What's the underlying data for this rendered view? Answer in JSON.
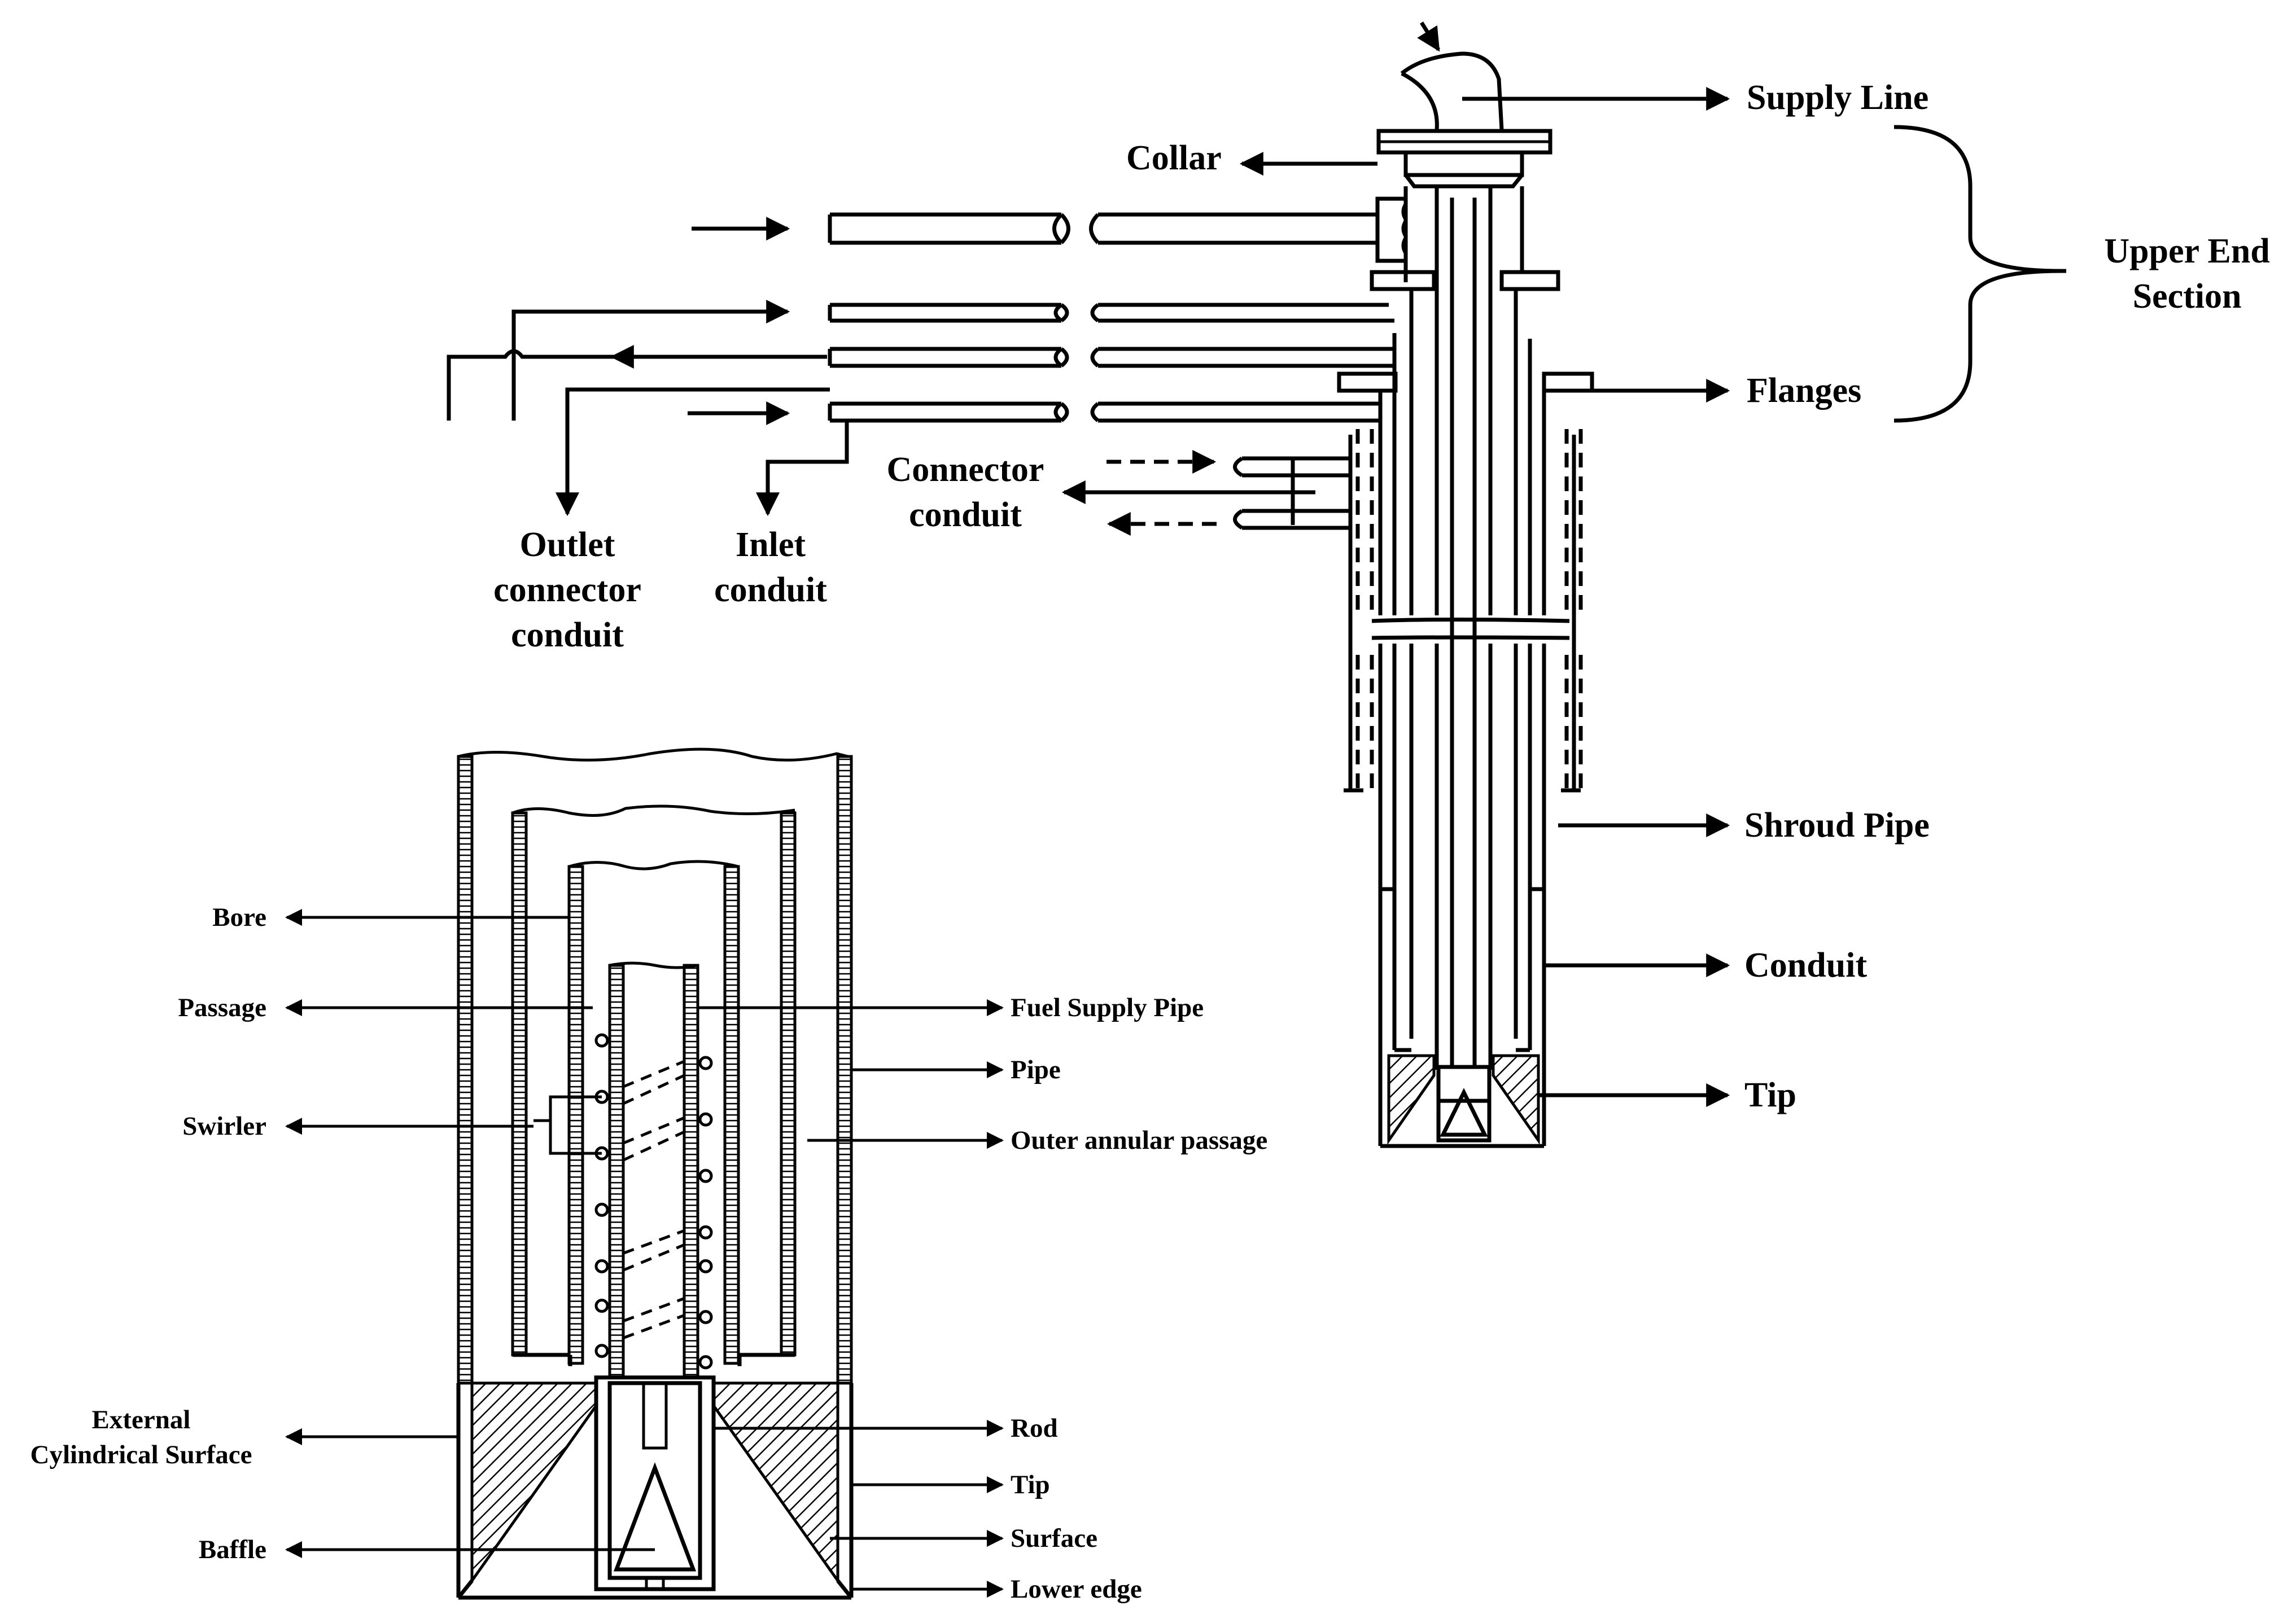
{
  "upper_diagram": {
    "labels": {
      "supply_line": "Supply Line",
      "collar": "Collar",
      "upper_end_section_line1": "Upper End",
      "upper_end_section_line2": "Section",
      "flanges": "Flanges",
      "connector_conduit_line1": "Connector",
      "connector_conduit_line2": "conduit",
      "outlet_line1": "Outlet",
      "outlet_line2": "connector",
      "outlet_line3": "conduit",
      "inlet_line1": "Inlet",
      "inlet_line2": "conduit",
      "shroud_pipe": "Shroud Pipe",
      "conduit": "Conduit",
      "tip": "Tip"
    }
  },
  "lower_diagram": {
    "labels": {
      "bore": "Bore",
      "passage": "Passage",
      "swirler": "Swirler",
      "external_line1": "External",
      "external_line2": "Cylindrical Surface",
      "baffle": "Baffle",
      "fuel_supply_pipe": "Fuel Supply Pipe",
      "pipe": "Pipe",
      "outer_annular_passage": "Outer annular passage",
      "rod": "Rod",
      "tip": "Tip",
      "surface": "Surface",
      "lower_edge": "Lower edge"
    }
  }
}
